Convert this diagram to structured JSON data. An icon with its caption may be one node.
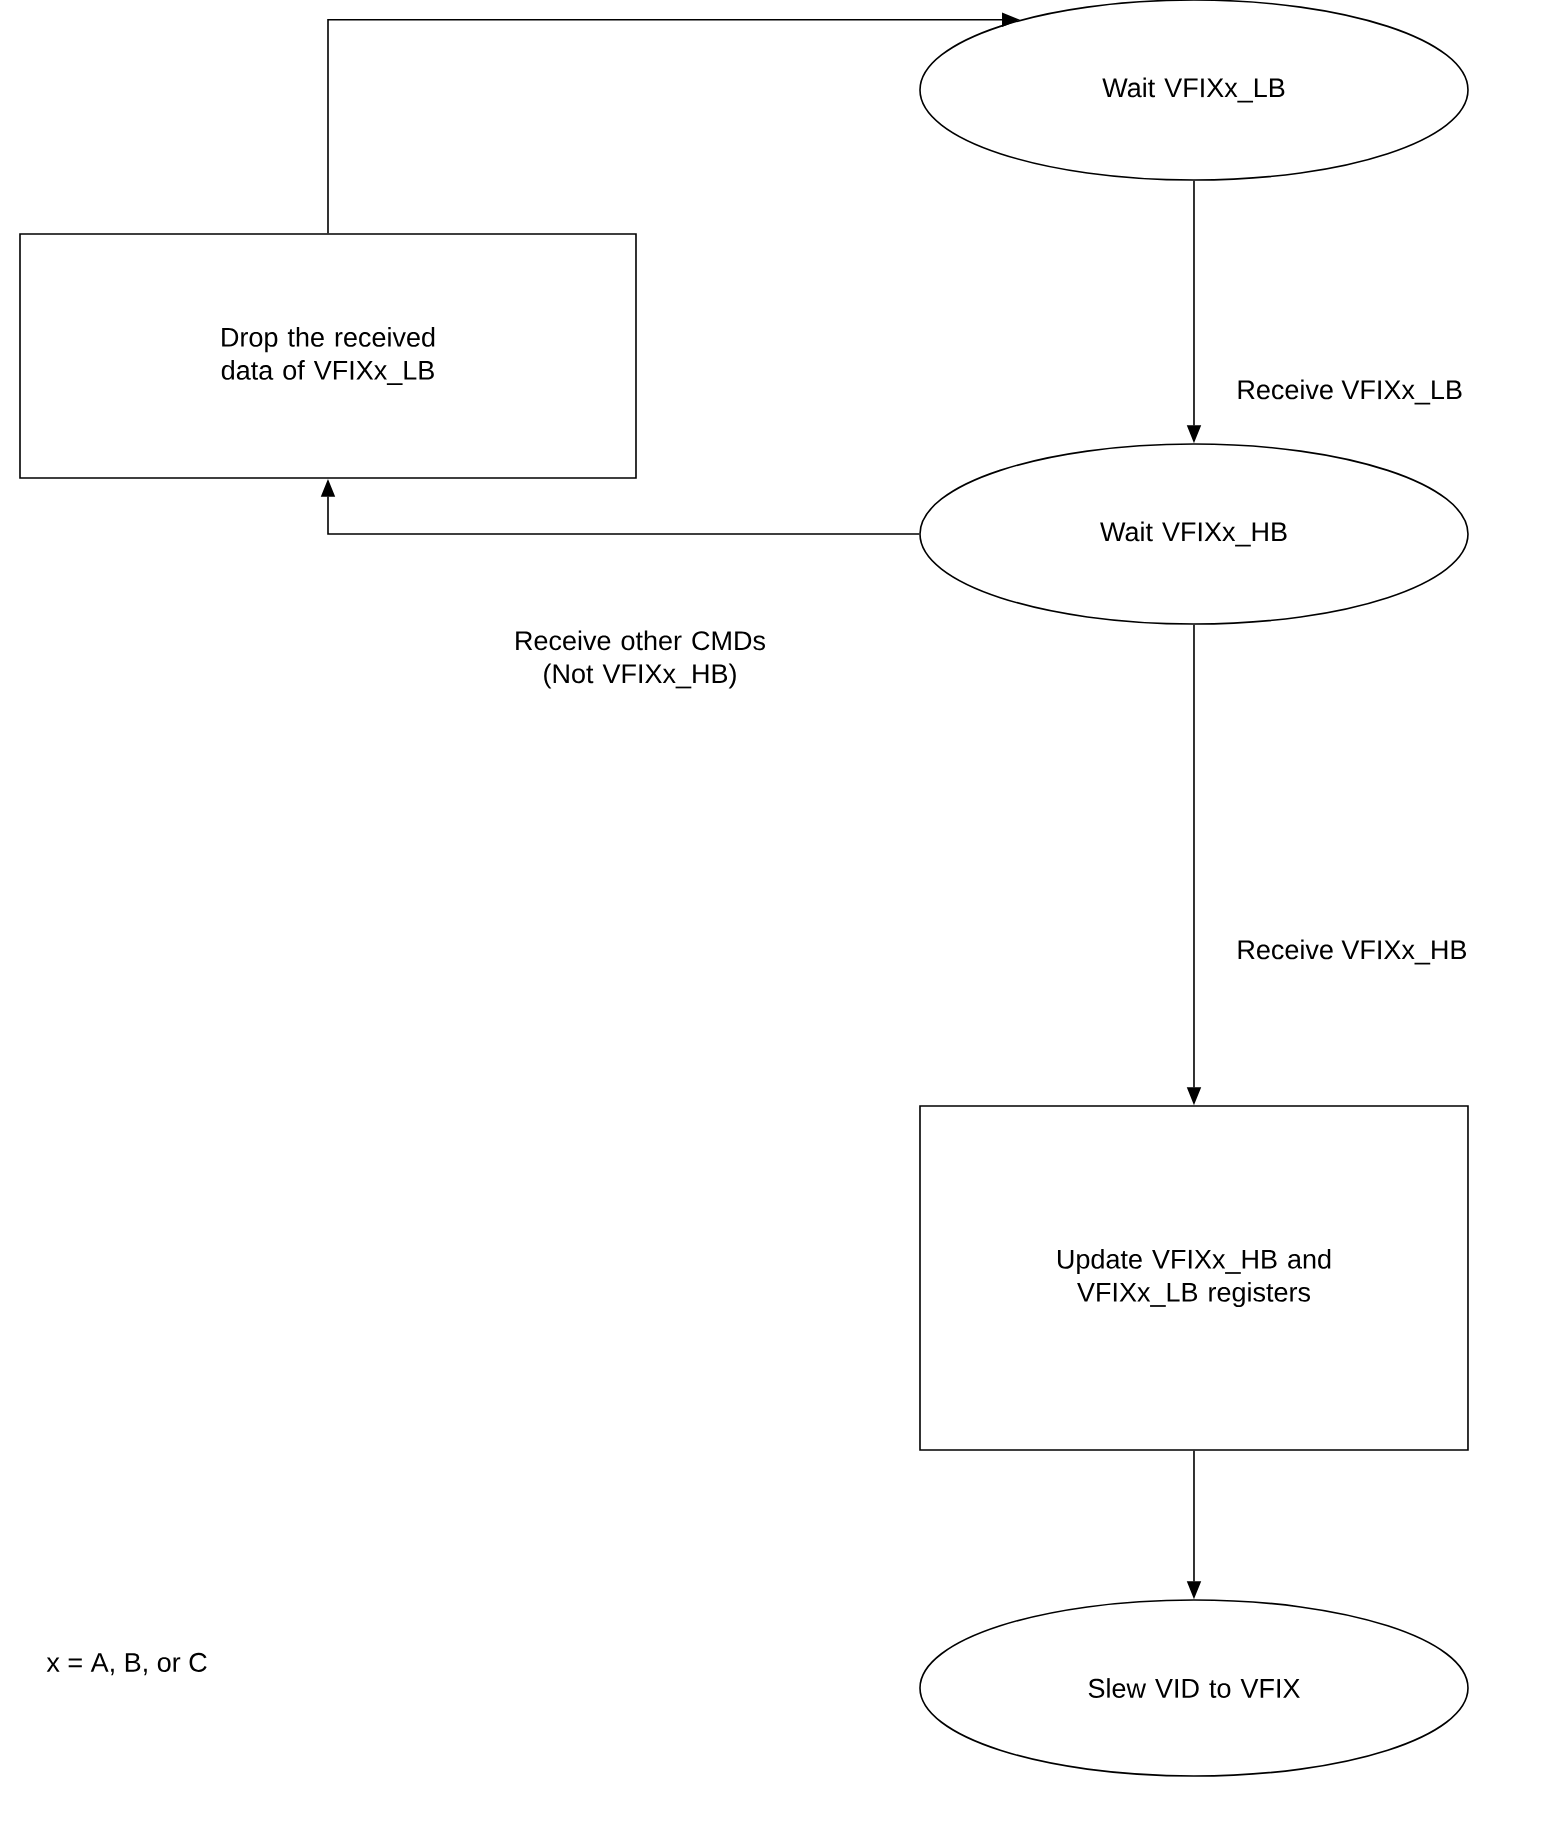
{
  "diagram": {
    "nodes": [
      {
        "text": [
          "Wait VFIXx_LB"
        ]
      },
      {
        "text": [
          "Drop the received data of VFIXx_LB"
        ]
      },
      {
        "text": [
          "Wait VFIXx_HB"
        ]
      },
      {
        "text": [
          "Update VFIXx_HB and VFIXx_LB registers"
        ]
      },
      {
        "text": [
          "Slew VID to VFIX"
        ]
      }
    ],
    "edges": [
      {
        "from": 1,
        "to": 0,
        "arrow": "to"
      },
      {
        "from": 0,
        "to": 2,
        "arrow": "to",
        "label": "Receive VFIXx_LB"
      },
      {
        "from": 2,
        "to": 1,
        "arrow": "to",
        "label": "Receive other CMDs (Not VFIXx_HB)"
      },
      {
        "from": 2,
        "to": 3,
        "arrow": "to",
        "label": "Receive VFIXx_HB"
      },
      {
        "from": 3,
        "to": 4,
        "arrow": "to"
      }
    ],
    "labels": [
      "x = A, B, or C"
    ]
  }
}
